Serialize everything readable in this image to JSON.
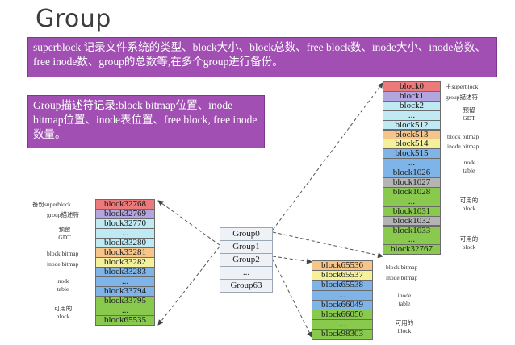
{
  "title": "Group",
  "note1": "superblock 记录文件系统的类型、block大小、block总数、free block数、inode大小、inode总数、free inode数、group的总数等,在多个group进行备份。",
  "note2": "Group描述符记录:block bitmap位置、inode bitmap位置、inode表位置、free block, free inode数量。",
  "groups": [
    "Group0",
    "Group1",
    "Group2",
    "...",
    "Group63"
  ],
  "colors": {
    "red": "#ec7a7a",
    "purple": "#b3a6e0",
    "cyan": "#bfeaf3",
    "orange": "#f5c58a",
    "yellow": "#f4f09c",
    "blue": "#7fb4e8",
    "gray": "#b4b4b4",
    "green": "#88c94e",
    "note_bg": "#a14fb3"
  },
  "left_column": {
    "blocks": [
      {
        "label": "block32768",
        "color": "red"
      },
      {
        "label": "block32769",
        "color": "purple"
      },
      {
        "label": "block32770",
        "color": "cyan"
      },
      {
        "label": "...",
        "color": "cyan"
      },
      {
        "label": "block33280",
        "color": "cyan"
      },
      {
        "label": "block33281",
        "color": "orange"
      },
      {
        "label": "block33282",
        "color": "yellow"
      },
      {
        "label": "block33283",
        "color": "blue"
      },
      {
        "label": "...",
        "color": "blue"
      },
      {
        "label": "block33794",
        "color": "blue"
      },
      {
        "label": "block33795",
        "color": "green"
      },
      {
        "label": "...",
        "color": "green"
      },
      {
        "label": "block65535",
        "color": "green"
      }
    ],
    "labels": [
      "备份superblock",
      "group描述符",
      "预留",
      "GDT",
      "block bitmap",
      "inode bitmap",
      "inode",
      "table",
      "可用的",
      "block"
    ]
  },
  "top_right_column": {
    "blocks": [
      {
        "label": "block0",
        "color": "red"
      },
      {
        "label": "block1",
        "color": "purple"
      },
      {
        "label": "block2",
        "color": "cyan"
      },
      {
        "label": "...",
        "color": "cyan"
      },
      {
        "label": "block512",
        "color": "cyan"
      },
      {
        "label": "block513",
        "color": "orange"
      },
      {
        "label": "block514",
        "color": "yellow"
      },
      {
        "label": "block515",
        "color": "blue"
      },
      {
        "label": "...",
        "color": "blue"
      },
      {
        "label": "block1026",
        "color": "blue"
      },
      {
        "label": "block1027",
        "color": "gray"
      },
      {
        "label": "block1028",
        "color": "green"
      },
      {
        "label": "...",
        "color": "green"
      },
      {
        "label": "block1031",
        "color": "green"
      },
      {
        "label": "block1032",
        "color": "gray"
      },
      {
        "label": "block1033",
        "color": "green"
      },
      {
        "label": "...",
        "color": "green"
      },
      {
        "label": "block32767",
        "color": "green"
      }
    ],
    "labels": [
      "主superblock",
      "group描述符",
      "预留",
      "GDT",
      "block bitmap",
      "inode bitmap",
      "inode",
      "table",
      "可用的",
      "block",
      "可用的",
      "block"
    ]
  },
  "bottom_right_column": {
    "blocks": [
      {
        "label": "block65536",
        "color": "orange"
      },
      {
        "label": "block65537",
        "color": "yellow"
      },
      {
        "label": "block65538",
        "color": "blue"
      },
      {
        "label": "...",
        "color": "blue"
      },
      {
        "label": "block66049",
        "color": "blue"
      },
      {
        "label": "block66050",
        "color": "green"
      },
      {
        "label": "...",
        "color": "green"
      },
      {
        "label": "block98303",
        "color": "green"
      }
    ],
    "labels": [
      "block bitmap",
      "inode bitmap",
      "inode",
      "table",
      "可用的",
      "block"
    ]
  }
}
